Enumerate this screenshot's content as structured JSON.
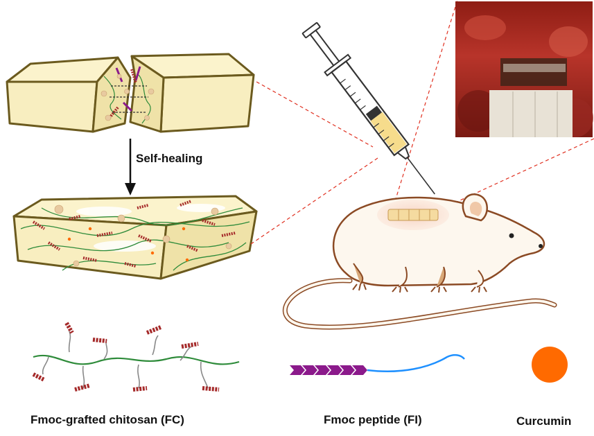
{
  "diagram": {
    "self_healing_label": "Self-healing",
    "legend": {
      "fc": "Fmoc-grafted chitosan (FC)",
      "fi": "Fmoc peptide (FI)",
      "curcumin": "Curcumin"
    }
  },
  "colors": {
    "gel_fill": "#f8eec0",
    "gel_outline": "#6b5a1e",
    "chitosan_green": "#2e8b3a",
    "fmoc_red": "#a52a2a",
    "peptide_purple": "#8b1a8b",
    "peptide_blue": "#1e90ff",
    "curcumin_orange": "#ff6a00",
    "rat_outline": "#8b4a24",
    "rat_fill": "#fdf7ee",
    "dashed_red": "#e03020"
  },
  "icons": [
    "syringe-icon",
    "rat-illustration",
    "surgical-photo"
  ]
}
